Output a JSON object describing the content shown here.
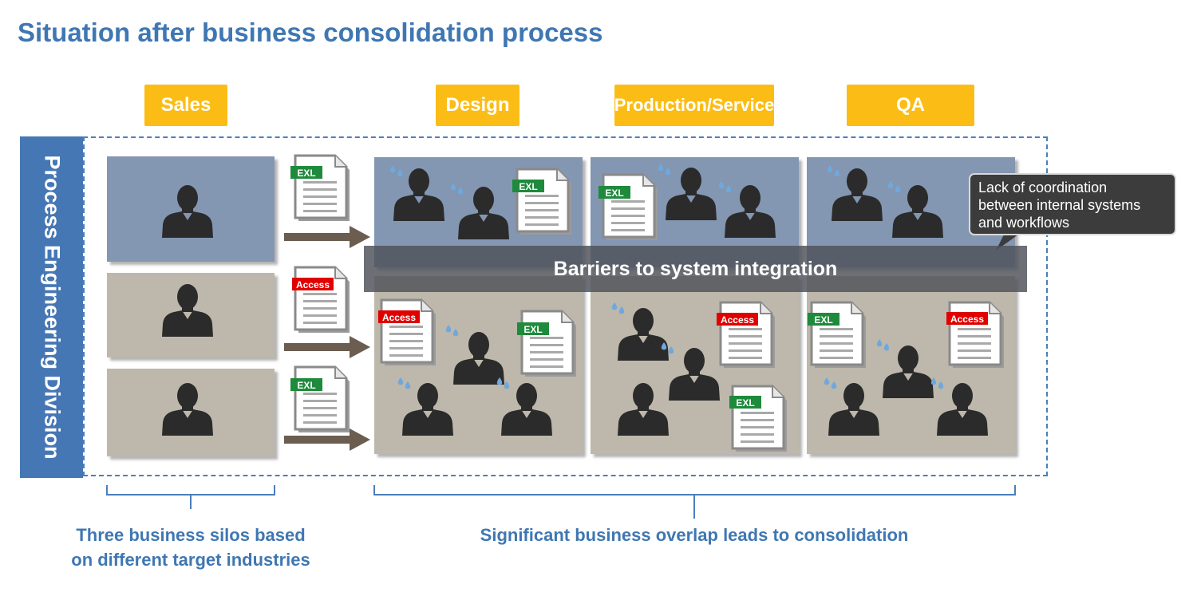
{
  "title": "Situation after business consolidation process",
  "departments": [
    "Sales",
    "Design",
    "Production/Service",
    "QA"
  ],
  "division_label": "Process Engineering Division",
  "barrier_label": "Barriers to system integration",
  "callout": {
    "line1": "Lack of coordination",
    "line2": "between internal systems",
    "line3": "and workflows"
  },
  "footnotes": {
    "left_line1": "Three business silos based",
    "left_line2": "on different target industries",
    "right": "Significant business overlap leads to consolidation"
  },
  "doc_labels": {
    "excel": "EXL",
    "access": "Access"
  },
  "colors": {
    "title_blue": "#3f77b2",
    "dept_yellow": "#fbbd15",
    "panel_blue": "#8396b2",
    "panel_beige": "#bdb8ab",
    "exl_green": "#1e8a3c",
    "access_red": "#e00000",
    "person": "#2b2b2b",
    "sweat": "#6fa8dc"
  }
}
